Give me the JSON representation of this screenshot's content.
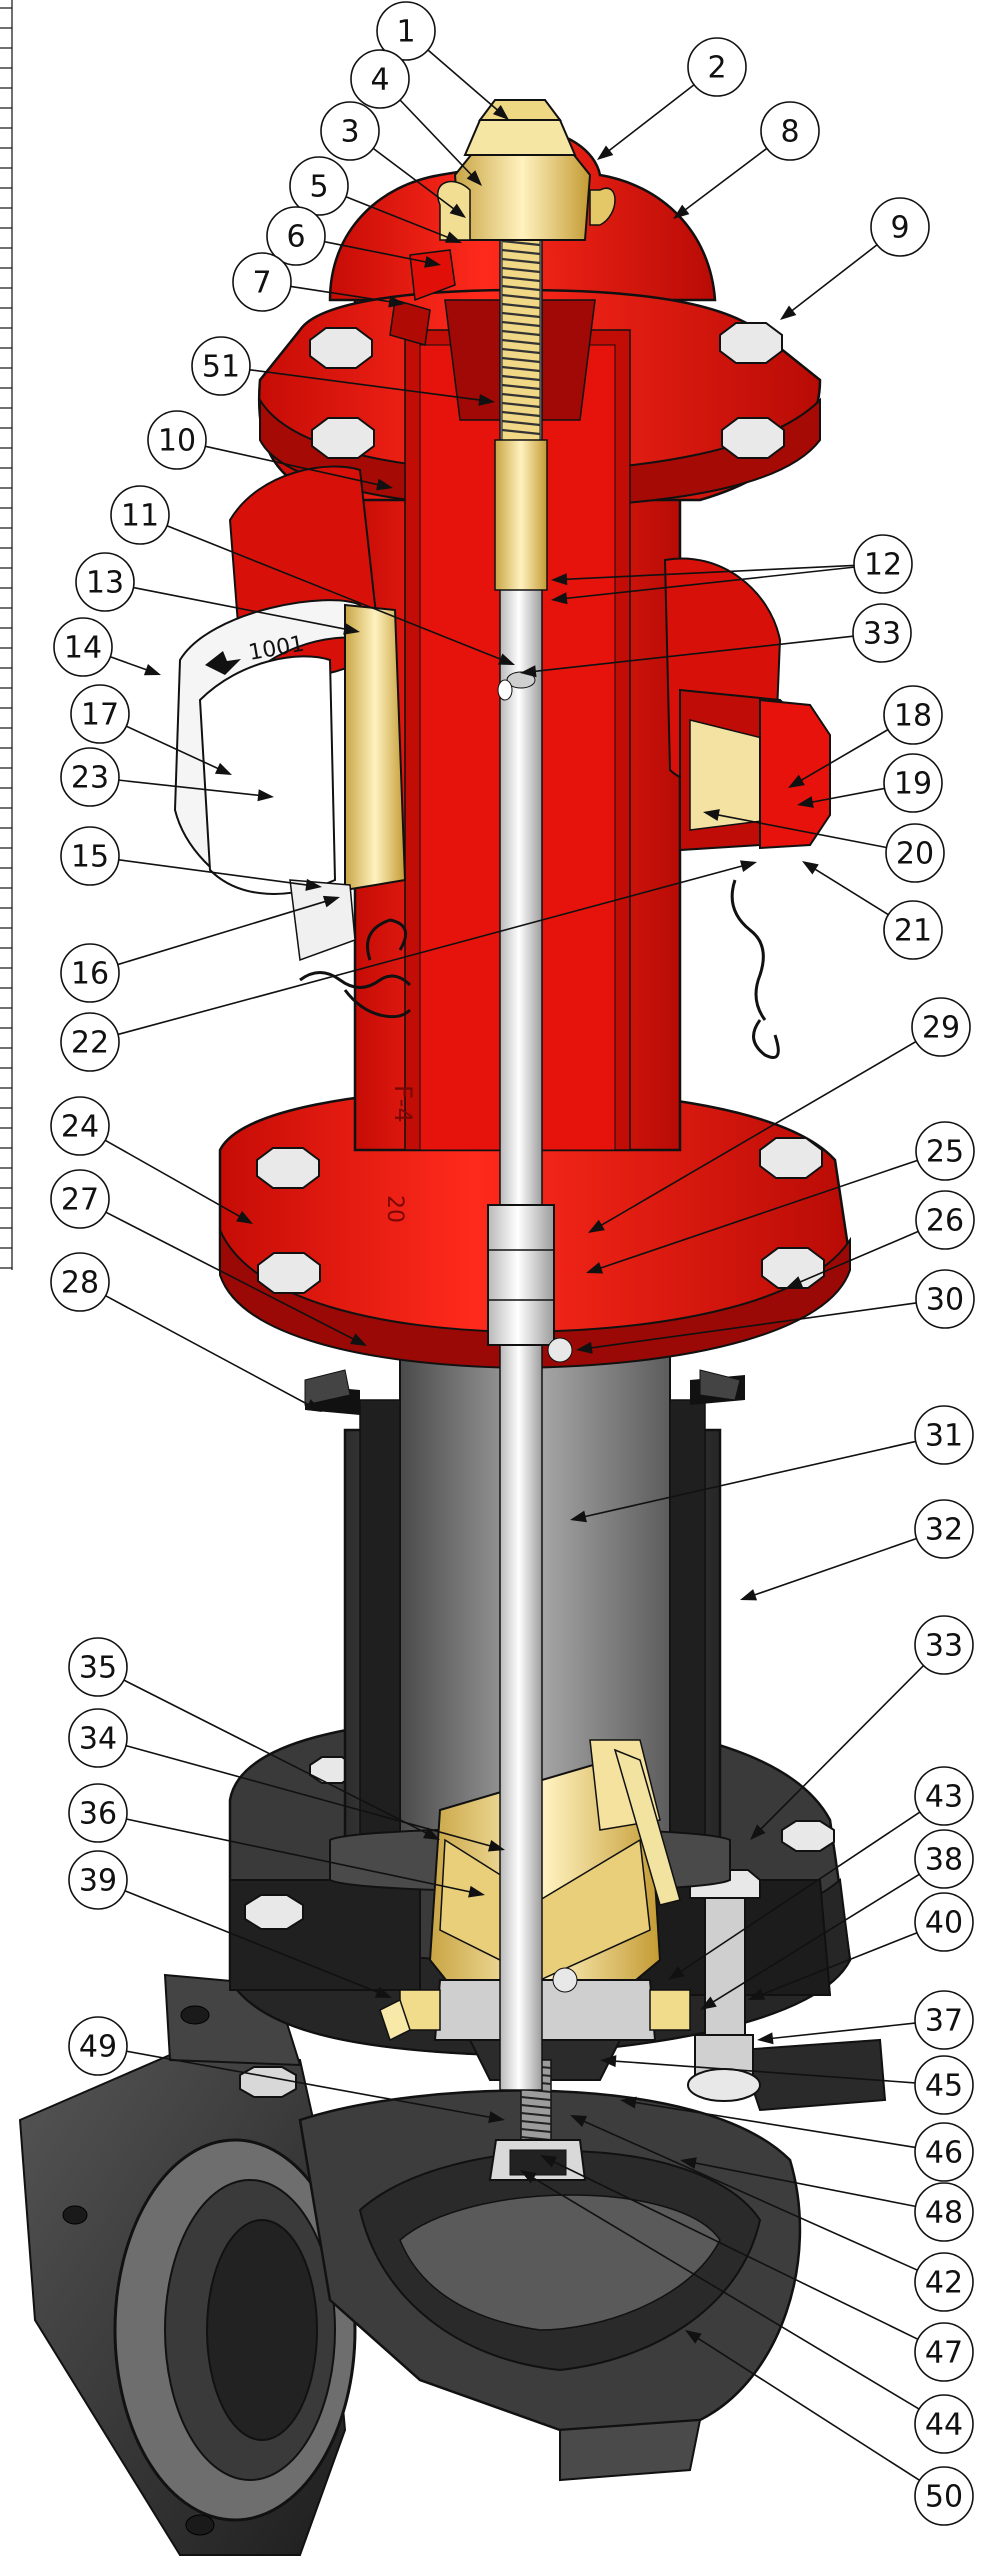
{
  "diagram": {
    "colors": {
      "hydrant_red": "#e8120c",
      "hydrant_dark_red": "#9a0905",
      "brass": "#f2df9a",
      "brass_dark": "#b8902a",
      "barrel_gray": "#5a5a5a",
      "barrel_dark": "#2f2f2f",
      "shoe_gray": "#3a3a3a",
      "stem_white": "#f4f4f4"
    },
    "body_casting_text": [
      "F-4",
      "20"
    ],
    "cap_text": "1001",
    "callouts": [
      {
        "id": "c1",
        "label": "1"
      },
      {
        "id": "c2",
        "label": "2"
      },
      {
        "id": "c3",
        "label": "3"
      },
      {
        "id": "c4",
        "label": "4"
      },
      {
        "id": "c5",
        "label": "5"
      },
      {
        "id": "c6",
        "label": "6"
      },
      {
        "id": "c7",
        "label": "7"
      },
      {
        "id": "c8",
        "label": "8"
      },
      {
        "id": "c9",
        "label": "9"
      },
      {
        "id": "c51",
        "label": "51"
      },
      {
        "id": "c10",
        "label": "10"
      },
      {
        "id": "c11",
        "label": "11"
      },
      {
        "id": "c12",
        "label": "12"
      },
      {
        "id": "c13",
        "label": "13"
      },
      {
        "id": "c33a",
        "label": "33"
      },
      {
        "id": "c14",
        "label": "14"
      },
      {
        "id": "c17",
        "label": "17"
      },
      {
        "id": "c18",
        "label": "18"
      },
      {
        "id": "c23",
        "label": "23"
      },
      {
        "id": "c19",
        "label": "19"
      },
      {
        "id": "c20",
        "label": "20"
      },
      {
        "id": "c15",
        "label": "15"
      },
      {
        "id": "c21",
        "label": "21"
      },
      {
        "id": "c16",
        "label": "16"
      },
      {
        "id": "c22",
        "label": "22"
      },
      {
        "id": "c29",
        "label": "29"
      },
      {
        "id": "c24",
        "label": "24"
      },
      {
        "id": "c25",
        "label": "25"
      },
      {
        "id": "c27",
        "label": "27"
      },
      {
        "id": "c26",
        "label": "26"
      },
      {
        "id": "c28",
        "label": "28"
      },
      {
        "id": "c30",
        "label": "30"
      },
      {
        "id": "c31",
        "label": "31"
      },
      {
        "id": "c32",
        "label": "32"
      },
      {
        "id": "c35",
        "label": "35"
      },
      {
        "id": "c33b",
        "label": "33"
      },
      {
        "id": "c34",
        "label": "34"
      },
      {
        "id": "c43",
        "label": "43"
      },
      {
        "id": "c36",
        "label": "36"
      },
      {
        "id": "c38",
        "label": "38"
      },
      {
        "id": "c39",
        "label": "39"
      },
      {
        "id": "c40",
        "label": "40"
      },
      {
        "id": "c37",
        "label": "37"
      },
      {
        "id": "c49",
        "label": "49"
      },
      {
        "id": "c45",
        "label": "45"
      },
      {
        "id": "c46",
        "label": "46"
      },
      {
        "id": "c48",
        "label": "48"
      },
      {
        "id": "c42",
        "label": "42"
      },
      {
        "id": "c47",
        "label": "47"
      },
      {
        "id": "c44",
        "label": "44"
      },
      {
        "id": "c50",
        "label": "50"
      }
    ]
  }
}
